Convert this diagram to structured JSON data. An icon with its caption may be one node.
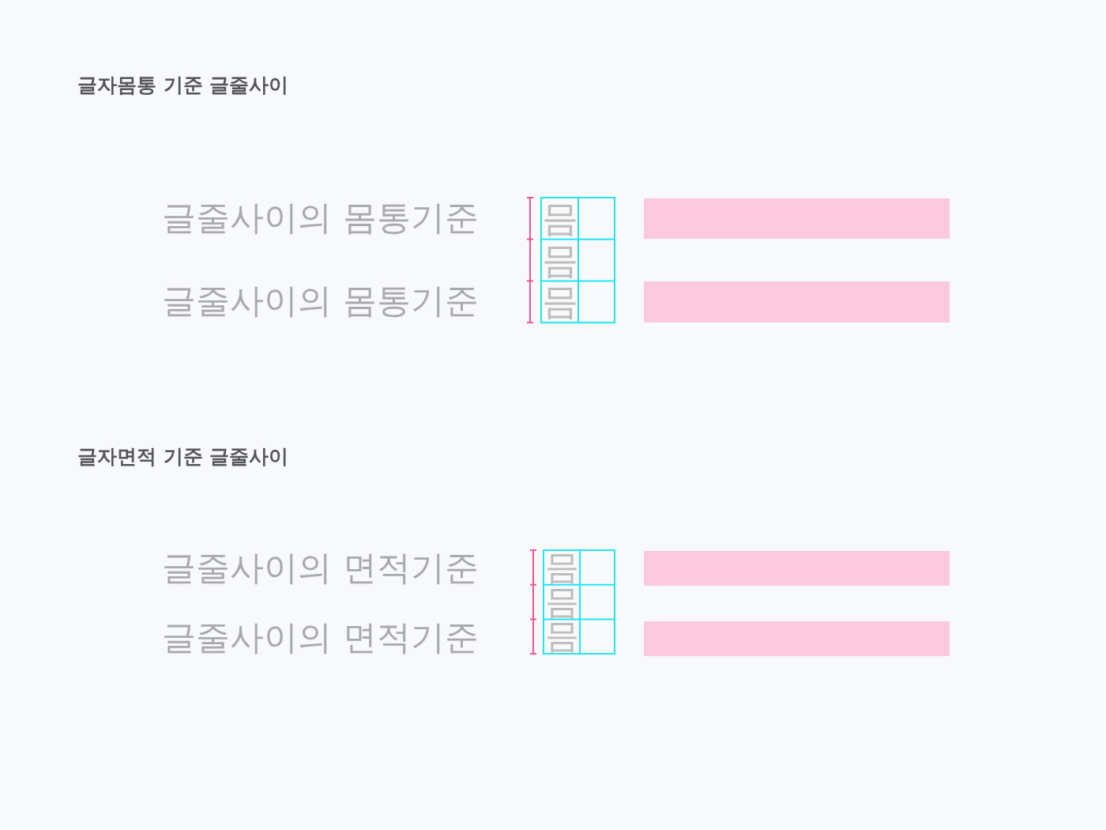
{
  "diagram": {
    "nodes": [
      {
        "text": [],
        "shape": "bar"
      },
      {
        "text": [],
        "shape": "bar"
      },
      {
        "text": [],
        "shape": "bar"
      },
      {
        "text": [],
        "shape": "bar"
      }
    ],
    "labels": [
      "글자몸통 기준 글줄사이",
      "글줄사이의 몸통기준",
      "글줄사이의 몸통기준",
      "믐",
      "믐",
      "믐",
      "글자면적 기준 글줄사이",
      "글줄사이의 면적기준",
      "글줄사이의 면적기준",
      "믐",
      "믐",
      "믐"
    ]
  }
}
